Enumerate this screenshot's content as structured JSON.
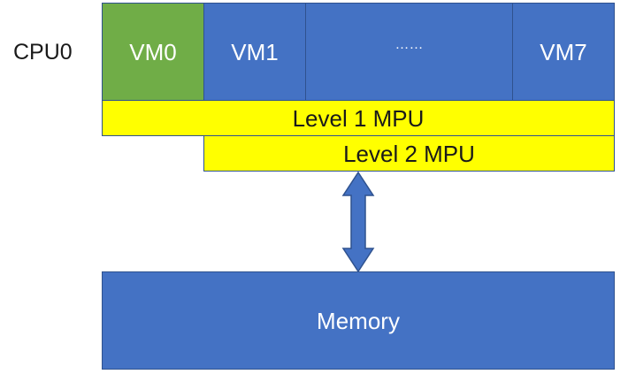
{
  "cpu_label": "CPU0",
  "vms": [
    {
      "label": "VM0",
      "color": "#70ad47"
    },
    {
      "label": "VM1",
      "color": "#4472c4"
    },
    {
      "label": "……",
      "color": "#4472c4"
    },
    {
      "label": "VM7",
      "color": "#4472c4"
    }
  ],
  "mpu": {
    "level1": "Level 1 MPU",
    "level2": "Level 2 MPU",
    "color": "#ffff00"
  },
  "memory": {
    "label": "Memory",
    "color": "#4472c4"
  },
  "arrow": {
    "color": "#4472c4",
    "direction": "bidirectional"
  }
}
